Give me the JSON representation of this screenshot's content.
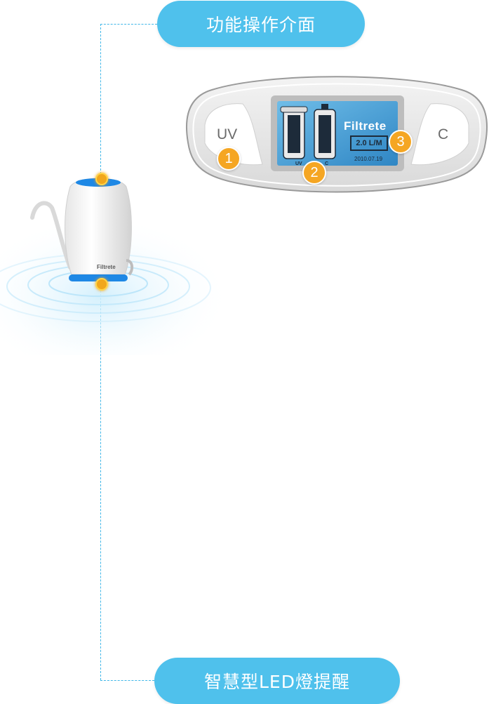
{
  "labels": {
    "top_callout": "功能操作介面",
    "bottom_callout": "智慧型LED燈提醒"
  },
  "panel": {
    "left_button": "UV",
    "right_button": "C",
    "lcd": {
      "brand": "Filtrete",
      "flow": "2.0 L/M",
      "date": "2010.07.19",
      "uv_tag": "UV",
      "c_tag": "C"
    },
    "badges": [
      "1",
      "2",
      "3"
    ]
  },
  "device": {
    "brand": "Filtrete"
  },
  "colors": {
    "pill": "#4fc1ec",
    "line": "#41b7e8",
    "badge": "#f5a623",
    "lcd": "#4aa3d6",
    "led_ring": "#1e88e5"
  }
}
